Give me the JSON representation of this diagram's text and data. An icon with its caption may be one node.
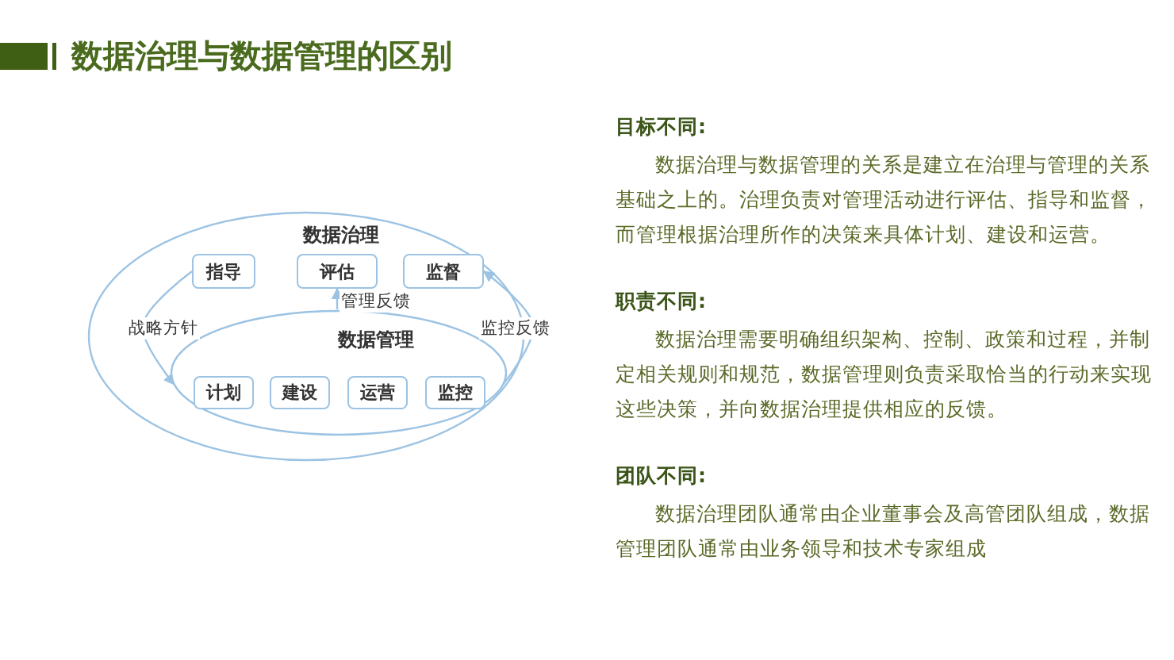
{
  "diagram": {
    "title": "数据治理与数据管理的区别",
    "nodes": [
      {
        "text": [
          "数据治理"
        ]
      },
      {
        "text": [
          "指导"
        ],
        "in": 0
      },
      {
        "text": [
          "评估"
        ],
        "in": 0
      },
      {
        "text": [
          "监督"
        ],
        "in": 0
      },
      {
        "text": [
          "数据管理"
        ],
        "in": 0
      },
      {
        "text": [
          "计划"
        ],
        "in": 4
      },
      {
        "text": [
          "建设"
        ],
        "in": 4
      },
      {
        "text": [
          "运营"
        ],
        "in": 4
      },
      {
        "text": [
          "监控"
        ],
        "in": 4
      }
    ],
    "edges": [
      {
        "from": 1,
        "to": 4,
        "arrow": "to",
        "label": "战略方针"
      },
      {
        "from": 4,
        "to": 2,
        "arrow": "to",
        "label": "管理反馈"
      },
      {
        "from": 4,
        "to": 3,
        "arrow": "to",
        "label": "监控反馈"
      }
    ],
    "labels": [
      "目标不同:",
      "数据治理与数据管理的关系是建立在治理与管理的关系基础之上的。治理负责对管理活动进行评估、指导和监督，而管理根据治理所作的决策来具体计划、建设和运营。",
      "职责不同:",
      "数据治理需要明确组织架构、控制、政策和过程，并制定相关规则和规范，数据管理则负责采取恰当的行动来实现这些决策，并向数据治理提供相应的反馈。",
      "团队不同:",
      "数据治理团队通常由企业董事会及高管团队组成，数据管理团队通常由业务领导和技术专家组成"
    ]
  }
}
